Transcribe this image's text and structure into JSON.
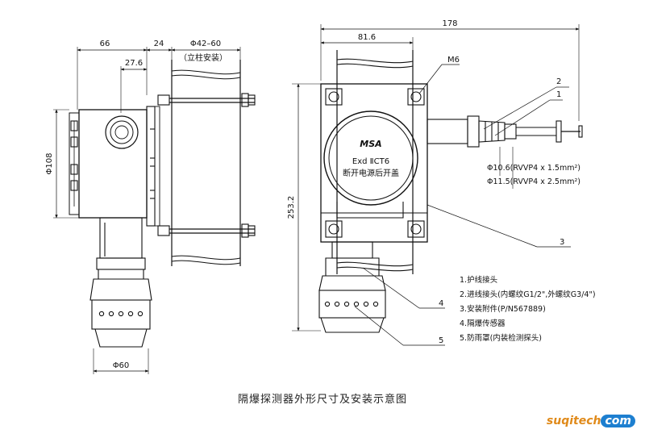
{
  "dimensions": {
    "width_66": "66",
    "width_24": "24",
    "pipe_dia": "Φ42–60",
    "pole_mount": "（立柱安装）",
    "offset_27_6": "27.6",
    "height_108": "Φ108",
    "base_dia": "Φ60",
    "total_width": "178",
    "width_81_6": "81.6",
    "bolt": "M6",
    "height_253_2": "253.2",
    "cable_1": "Φ10.6(RVVP4 x 1.5mm²)",
    "cable_2": "Φ11.5(RVVP4 x 2.5mm²)"
  },
  "label_plate": {
    "brand": "MSA",
    "rating": "Exd ⅡCT6",
    "warning": "断开电源后开盖"
  },
  "callouts": [
    "1",
    "2",
    "3",
    "4",
    "5"
  ],
  "legend": [
    "1.护线接头",
    "2.进线接头(内螺纹G1/2\",外螺纹G3/4\")",
    "3.安装附件(P/N567889)",
    "4.隔爆传感器",
    "5.防雨罩(内装检测探头)"
  ],
  "caption": "隔爆探测器外形尺寸及安装示意图",
  "watermark": {
    "part1": "suqitech",
    "part2": "com"
  }
}
